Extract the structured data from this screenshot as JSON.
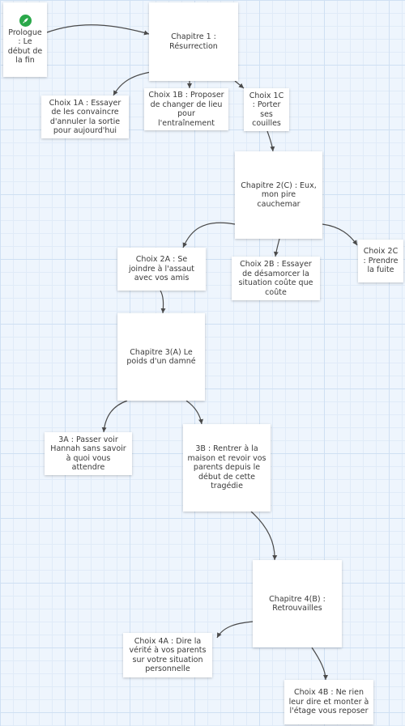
{
  "nodes": [
    {
      "id": "prologue",
      "text": "Prologue : Le début de la fin",
      "icon": "rocket-icon"
    },
    {
      "id": "ch1",
      "text": "Chapitre 1 : Résurrection"
    },
    {
      "id": "c1a",
      "text": "Choix 1A : Essayer de les convaincre d'annuler la sortie pour aujourd'hui"
    },
    {
      "id": "c1b",
      "text": "Choix 1B : Proposer de changer de lieu pour l'entraînement"
    },
    {
      "id": "c1c",
      "text": "Choix 1C : Porter ses couilles"
    },
    {
      "id": "ch2c",
      "text": "Chapitre 2(C) : Eux, mon pire cauchemar"
    },
    {
      "id": "c2a",
      "text": "Choix 2A : Se joindre à l'assaut avec vos amis"
    },
    {
      "id": "c2b",
      "text": "Choix 2B : Essayer de désamorcer la situation coûte que coûte"
    },
    {
      "id": "c2c",
      "text": "Choix 2C : Prendre la fuite"
    },
    {
      "id": "ch3a",
      "text": "Chapitre 3(A) Le poids d'un damné"
    },
    {
      "id": "n3a",
      "text": "3A : Passer voir Hannah sans savoir à quoi vous attendre"
    },
    {
      "id": "n3b",
      "text": "3B : Rentrer à la maison et revoir vos parents depuis le début de cette tragédie"
    },
    {
      "id": "ch4b",
      "text": "Chapitre 4(B) : Retrouvailles"
    },
    {
      "id": "c4a",
      "text": "Choix 4A : Dire la vérité à vos parents sur votre situation personnelle"
    },
    {
      "id": "c4b",
      "text": "Choix 4B : Ne rien leur dire et monter à l'étage vous reposer"
    }
  ],
  "edges": [
    [
      "prologue",
      "ch1"
    ],
    [
      "ch1",
      "c1a"
    ],
    [
      "ch1",
      "c1b"
    ],
    [
      "ch1",
      "c1c"
    ],
    [
      "c1c",
      "ch2c"
    ],
    [
      "ch2c",
      "c2a"
    ],
    [
      "ch2c",
      "c2b"
    ],
    [
      "ch2c",
      "c2c"
    ],
    [
      "c2a",
      "ch3a"
    ],
    [
      "ch3a",
      "n3a"
    ],
    [
      "ch3a",
      "n3b"
    ],
    [
      "n3b",
      "ch4b"
    ],
    [
      "ch4b",
      "c4a"
    ],
    [
      "ch4b",
      "c4b"
    ]
  ],
  "colors": {
    "grid_bg": "#eef5fd",
    "node_bg": "#ffffff",
    "edge": "#4a4a4a",
    "rocket_icon": "#2aa84a"
  }
}
